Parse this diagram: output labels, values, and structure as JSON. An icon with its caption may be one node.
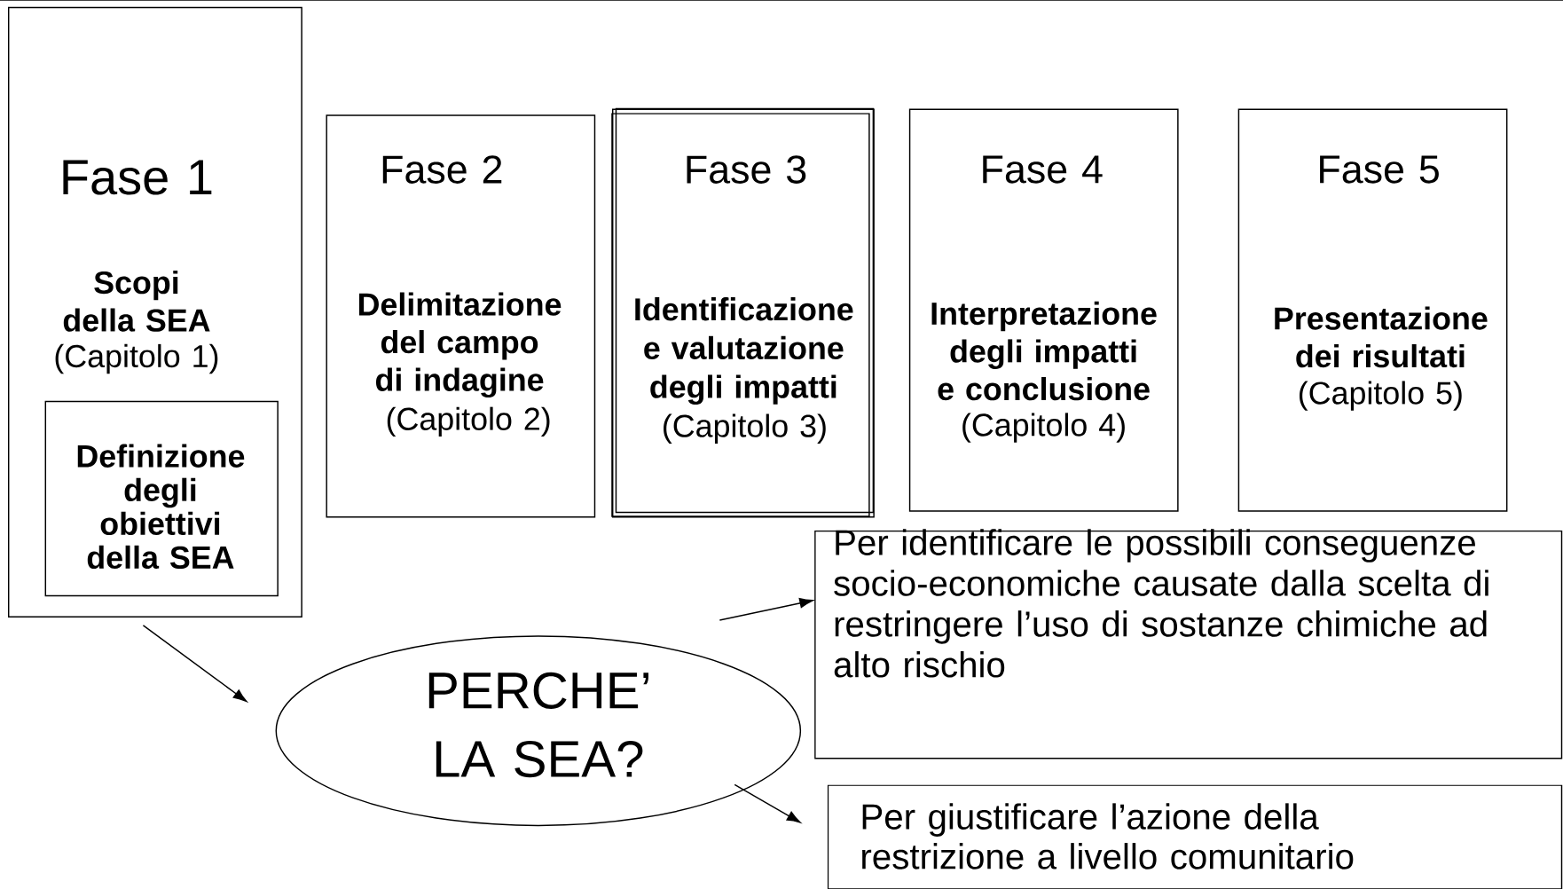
{
  "diagram": {
    "nodes": [
      {
        "text": [
          "Fase 1",
          "Scopi della SEA",
          "(Capitolo 1)"
        ]
      },
      {
        "text": [
          "Definizione degli obiettivi della SEA"
        ],
        "in": 0
      },
      {
        "text": [
          "Fase 2",
          "Delimitazione del campo di indagine",
          "(Capitolo 2)"
        ]
      },
      {
        "text": [
          "Fase 3",
          "Identificazione e valutazione degli impatti",
          "(Capitolo 3)"
        ]
      },
      {
        "text": [
          "Fase 4",
          "Interpretazione degli impatti e conclusione",
          "(Capitolo 4)"
        ]
      },
      {
        "text": [
          "Fase 5",
          "Presentazione dei risultati",
          "(Capitolo 5)"
        ]
      },
      {
        "text": [
          "PERCHE’ LA SEA?"
        ]
      },
      {
        "text": [
          "Per identificare le possibili conseguenze socio-economiche causate dalla scelta di restringere l’uso di sostanze chimiche ad alto rischio"
        ]
      },
      {
        "text": [
          "Per giustificare l’azione della restrizione a livello comunitario"
        ]
      }
    ],
    "edges": [
      {
        "from": 0,
        "to": 6,
        "arrow": "to"
      },
      {
        "from": 6,
        "to": 7,
        "arrow": "to"
      },
      {
        "from": 6,
        "to": 8,
        "arrow": "to"
      }
    ]
  }
}
